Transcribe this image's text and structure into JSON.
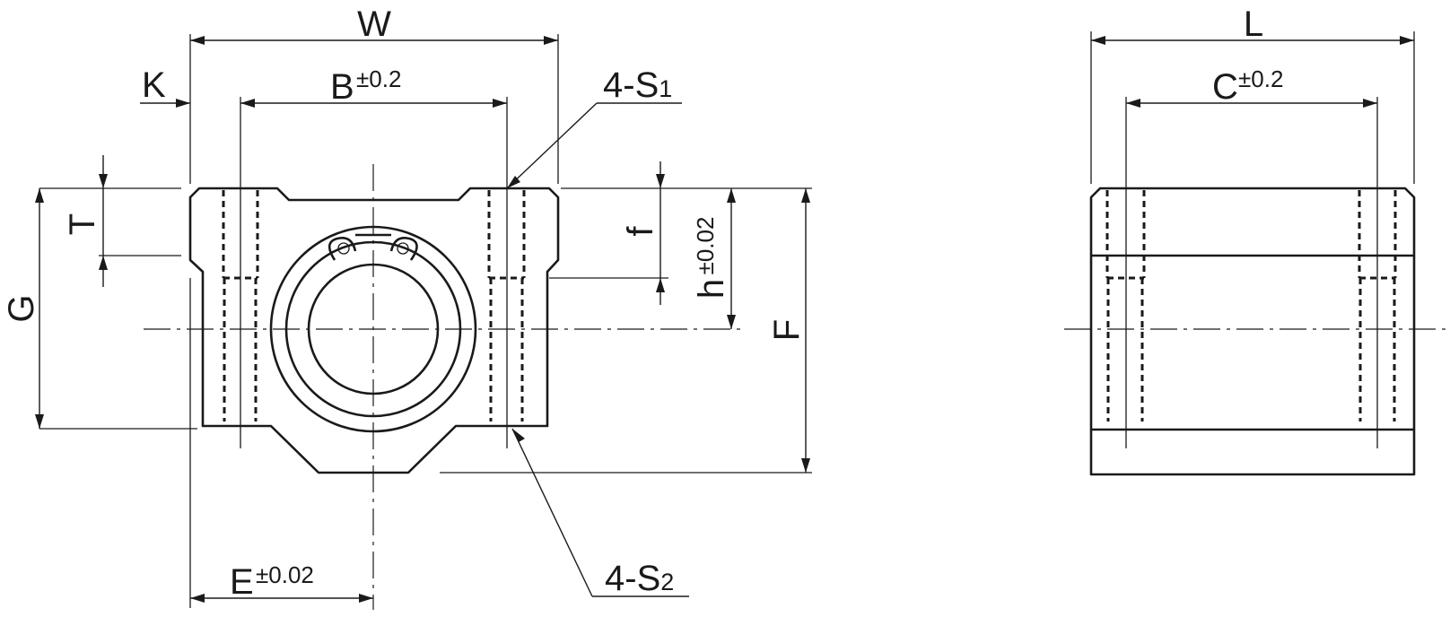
{
  "labels": {
    "W": "W",
    "K": "K",
    "B": "B",
    "B_tol": "±0.2",
    "S1_prefix": "4-S",
    "S1_sub": "1",
    "T": "T",
    "G": "G",
    "f": "f",
    "h": "h",
    "h_tol": "±0.02",
    "F": "F",
    "E": "E",
    "E_tol": "±0.02",
    "S2_prefix": "4-S",
    "S2_sub": "2",
    "L": "L",
    "C": "C",
    "C_tol": "±0.2"
  }
}
